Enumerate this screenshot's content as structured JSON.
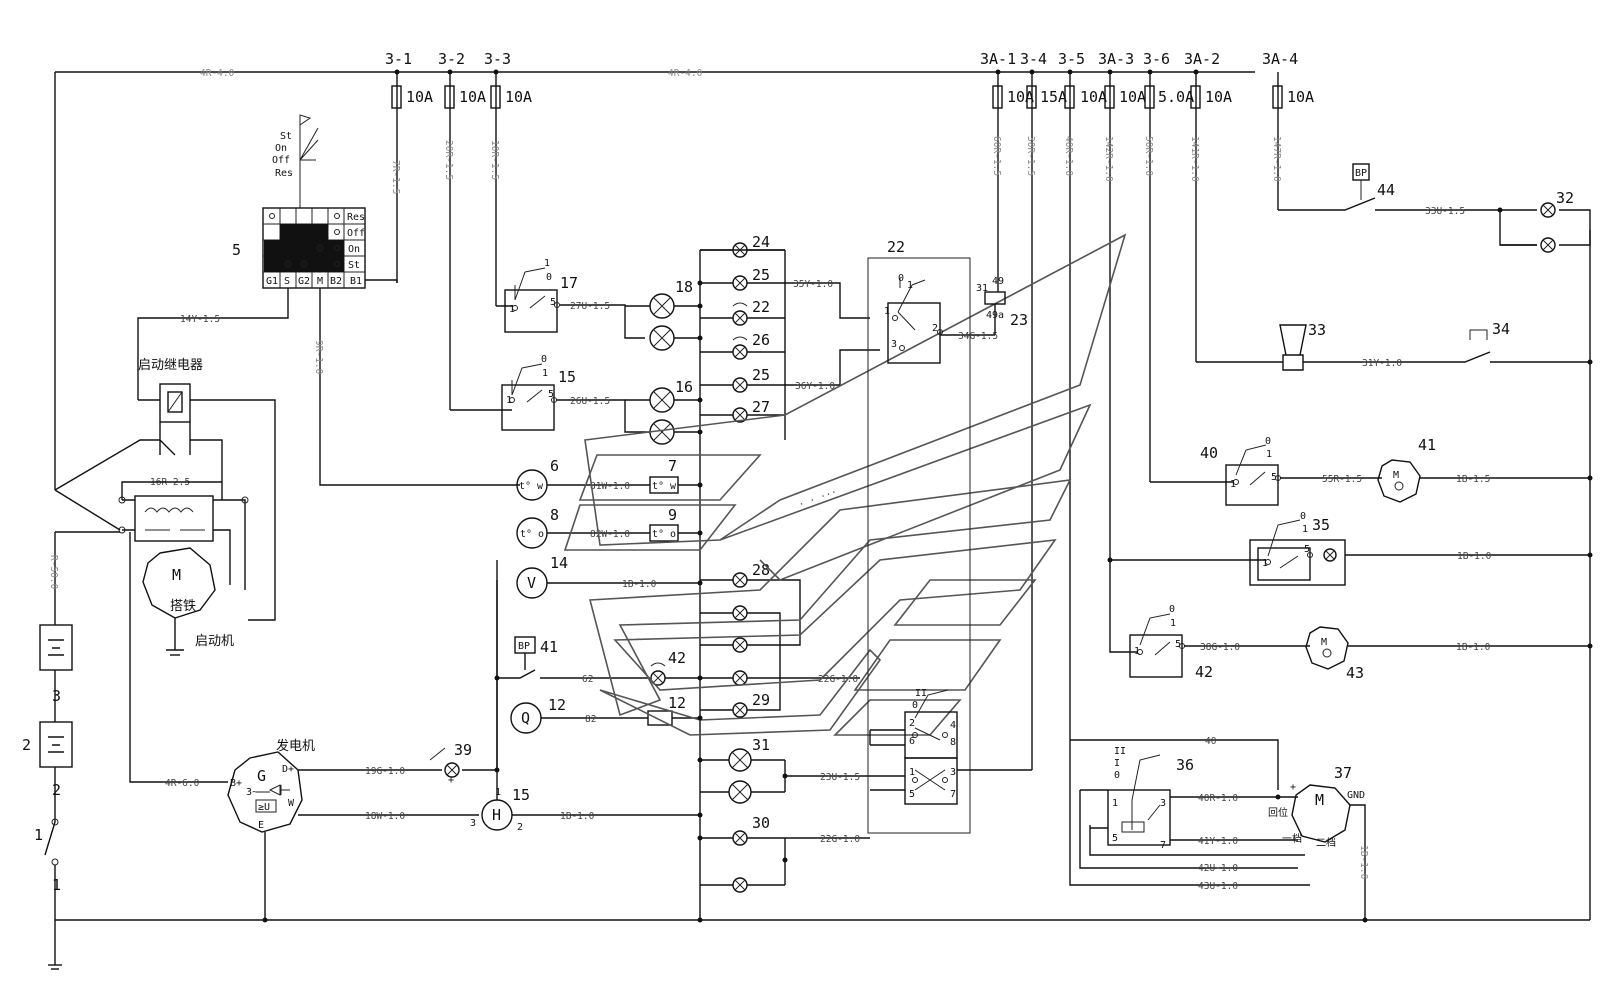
{
  "fuse_labels": {
    "f31": "3-1",
    "f32": "3-2",
    "f33": "3-3",
    "f3a1": "3A-1",
    "f34": "3-4",
    "f35": "3-5",
    "f3a3": "3A-3",
    "f36": "3-6",
    "f3a2": "3A-2",
    "f3a4": "3A-4"
  },
  "fuse_ratings": {
    "f31": "10A",
    "f32": "10A",
    "f33": "10A",
    "f3a1": "10A",
    "f34": "15A",
    "f35": "10A",
    "f3a3": "10A",
    "f36": "5.0A",
    "f3a2": "10A",
    "f3a4": "10A"
  },
  "wires": {
    "main_left": "4R-4.0",
    "main_right": "4R-4.0",
    "w7r": "7R-1.5",
    "w20r": "20R-1.5",
    "w10r": "10R-1.5",
    "w60r": "60R-1.5",
    "w30r": "30R-1.5",
    "w40r": "40R-1.0",
    "w142r": "142R-1.0",
    "w50r": "50R-1.0",
    "w141r": "141R-1.0",
    "w147r": "147R-1.0",
    "w14y": "14Y-1.5",
    "w16r": "16R-2.5",
    "w9r": "9R-1.0",
    "w5r": "R-50.0",
    "w27u": "27U-1.5",
    "w26u": "26U-1.5",
    "w35y": "35Y-1.0",
    "w36y": "36Y-1.0",
    "w34g": "34G-1.5",
    "w81w": "81W-1.0",
    "w82w": "82W-1.0",
    "w1b14": "1B-1.0",
    "w62": "62",
    "w82": "82",
    "w22g1": "22G-1.0",
    "w23u": "23U-1.5",
    "w22g2": "22G-1.0",
    "w4r6": "4R-6.0",
    "w19g": "19G-1.0",
    "w18w": "18W-1.0",
    "w1b15": "1B-1.0",
    "w33u": "33U-1.5",
    "w31y": "31Y-1.0",
    "w55r": "55R-1.5",
    "w1b41": "1B-1.5",
    "w1b35": "1B-1.0",
    "w38g": "38G-1.0",
    "w1b43": "1B-1.0",
    "w40": "40",
    "w41y": "41Y-1.0",
    "w42u": "42U-1.0",
    "w43u": "43U-1.0",
    "w1bgnd": "1B-1.0"
  },
  "numbers": {
    "n5": "5",
    "n17": "17",
    "n15a": "15",
    "n18": "18",
    "n16": "16",
    "n24": "24",
    "n25a": "25",
    "n22a": "22",
    "n26": "26",
    "n25b": "25",
    "n27": "27",
    "n22": "22",
    "n23": "23",
    "n6": "6",
    "n7": "7",
    "n8": "8",
    "n9": "9",
    "n14": "14",
    "n28": "28",
    "n41a": "41",
    "n42a": "42",
    "n12a": "12",
    "n12b": "12",
    "n29": "29",
    "n39": "39",
    "n15b": "15",
    "n31": "31",
    "n30": "30",
    "n44": "44",
    "n32": "32",
    "n33": "33",
    "n34": "34",
    "n40": "40",
    "n41b": "41",
    "n35": "35",
    "n42b": "42",
    "n43": "43",
    "n36": "36",
    "n37": "37",
    "n3b": "3",
    "n2b": "2",
    "n2c": "2",
    "n1a": "1",
    "n1b": "1",
    "n3g": "3"
  },
  "switch_positions": {
    "st": "St",
    "on": "On",
    "off": "Off",
    "res": "Res"
  },
  "terminals": {
    "g1": "G1",
    "s": "S",
    "g2": "G2",
    "m": "M",
    "b2": "B2",
    "b1": "B1",
    "p31": "31",
    "p49": "49",
    "p49a": "49a",
    "hp1": "1",
    "hp3": "3",
    "hp2": "2",
    "dplus": "D+",
    "bplus": "B+",
    "w": "W",
    "e": "E",
    "g": "G",
    "gnd": "GND",
    "bp1": "BP",
    "bp2": "BP",
    "t7": "t° w",
    "t6": "t° w",
    "t8": "t° o",
    "t9": "t° o",
    "v": "V",
    "q": "Q",
    "h": "H",
    "m2": "M",
    "m3": "M",
    "u": "≥U",
    "tilde": "3~"
  },
  "chinese": {
    "relay": "启动继电器",
    "starter": "启动机",
    "alternator": "发电机",
    "brush": "搭铁",
    "wiper1": "回位",
    "wiper2": "一档",
    "wiper3": "二档"
  }
}
